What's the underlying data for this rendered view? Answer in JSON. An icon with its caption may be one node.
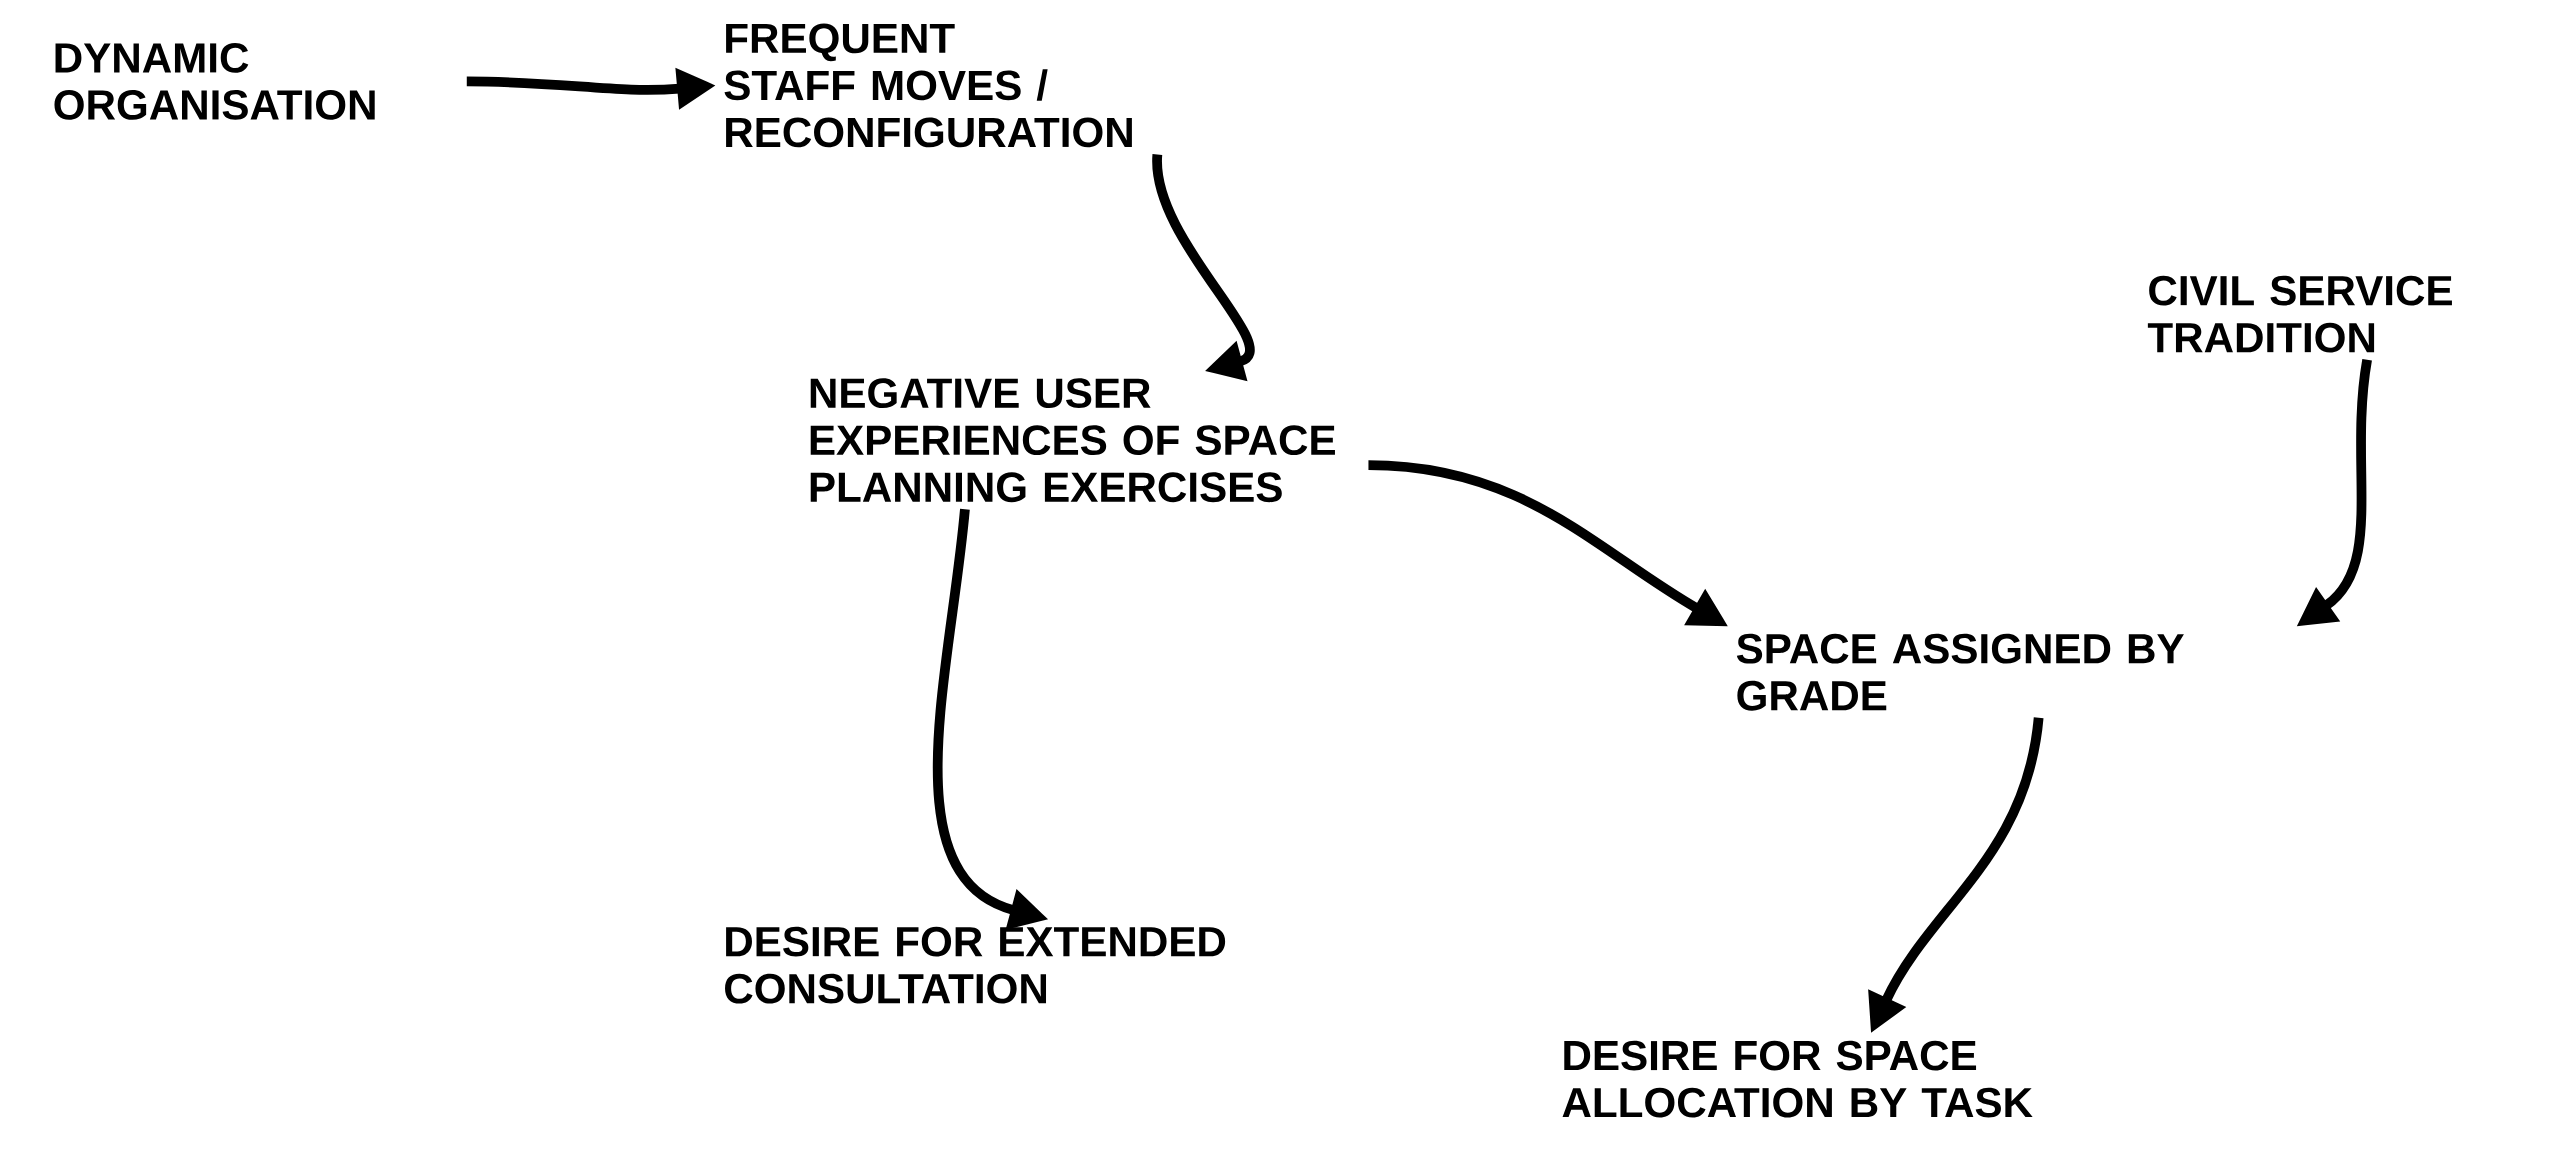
{
  "diagram": {
    "nodes": [
      {
        "text": [
          "DYNAMIC ORGANISATION"
        ]
      },
      {
        "text": [
          "FREQUENT STAFF MOVES / RECONFIGURATION"
        ]
      },
      {
        "text": [
          "NEGATIVE USER EXPERIENCES OF SPACE PLANNING EXERCISES"
        ]
      },
      {
        "text": [
          "CIVIL SERVICE TRADITION"
        ]
      },
      {
        "text": [
          "SPACE ASSIGNED BY GRADE"
        ]
      },
      {
        "text": [
          "DESIRE FOR EXTENDED CONSULTATION"
        ]
      },
      {
        "text": [
          "DESIRE FOR SPACE ALLOCATION BY TASK"
        ]
      }
    ],
    "edges": [
      {
        "from": 0,
        "to": 1,
        "arrow": "to"
      },
      {
        "from": 1,
        "to": 2,
        "arrow": "to"
      },
      {
        "from": 2,
        "to": 4,
        "arrow": "to"
      },
      {
        "from": 3,
        "to": 4,
        "arrow": "to"
      },
      {
        "from": 2,
        "to": 5,
        "arrow": "to"
      },
      {
        "from": 4,
        "to": 6,
        "arrow": "to"
      }
    ]
  }
}
